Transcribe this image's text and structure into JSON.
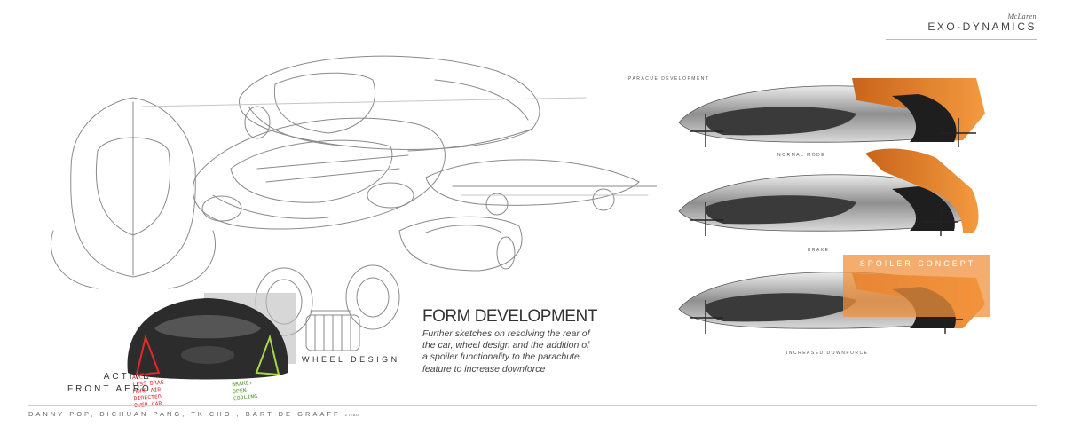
{
  "brand": {
    "maker": "McLaren",
    "name": "EXO-DYNAMICS"
  },
  "section_label": "PARACUE DEVELOPMENT",
  "views": {
    "normal": "NORMAL MODE",
    "brake": "BRAKE",
    "downforce": "INCREASED DOWNFORCE"
  },
  "spoiler": {
    "label": "SPOILER CONCEPT"
  },
  "form": {
    "title": "FORM DEVELOPMENT",
    "lines": [
      "Further sketches on resolving the rear of",
      "the car, wheel design and the addition of",
      "a spoiler functionality to the parachute",
      "feature to increase downforce"
    ]
  },
  "labels": {
    "active_line1": "ACTIVE",
    "active_line2": "FRONT AERO",
    "wheel": "WHEEL DESIGN"
  },
  "notes": {
    "red1": "ACC :",
    "red2": "LESS DRAG",
    "red3": "MORE AIR",
    "red4": "DIRECTED",
    "red5": "OVER CAR.",
    "green1": "BRAKE:",
    "green2": "OPEN",
    "green3": "COOLING"
  },
  "credits": {
    "names": "DANNY POP, DICHUAN PANG, TK CHOI, BART DE GRAAFF",
    "tag": "ZTIAD"
  },
  "colors": {
    "accent": "#ee8a2c",
    "body_dark": "#2a2a2a",
    "sketch": "#7a7a7a"
  }
}
